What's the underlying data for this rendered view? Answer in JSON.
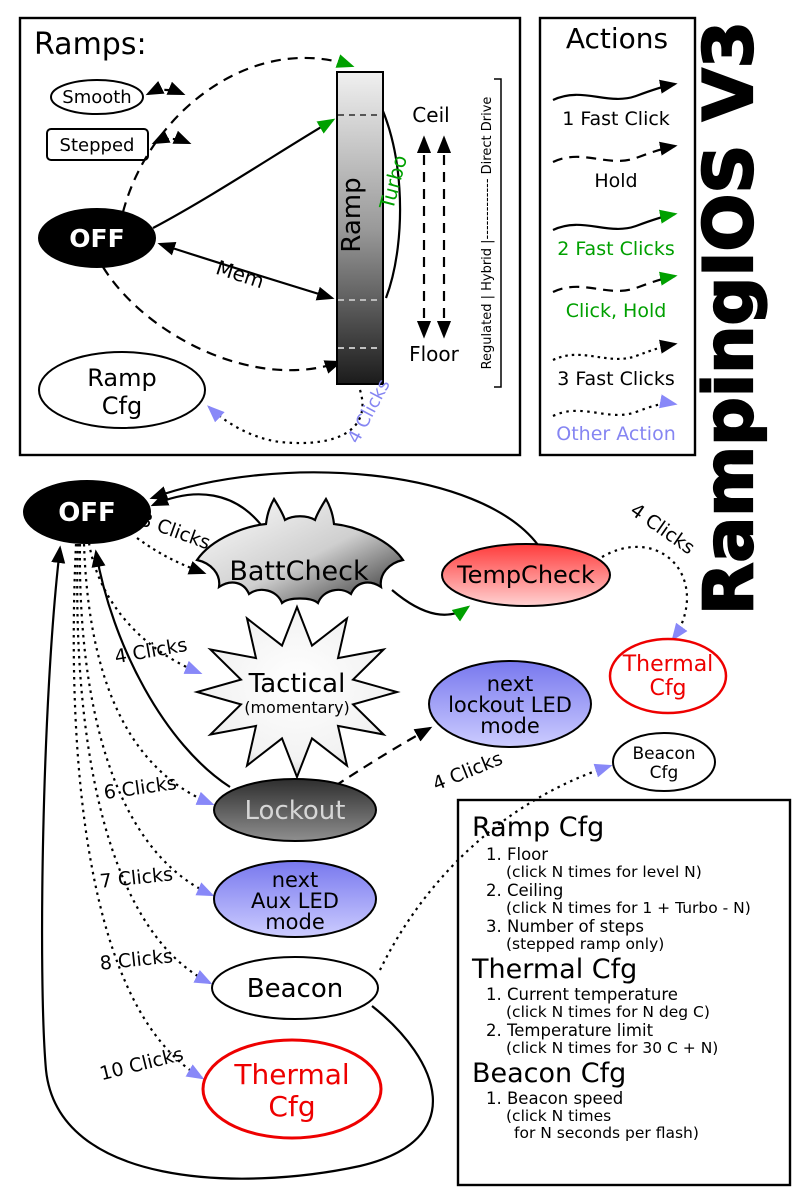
{
  "title": "RampingIOS V3",
  "colors": {
    "green": "#00a000",
    "blue": "#8888f8",
    "red": "#ee0000",
    "black": "#000000"
  },
  "ramps": {
    "title": "Ramps:",
    "smooth": "Smooth",
    "stepped": "Stepped",
    "off": "OFF",
    "ramp_cfg_line1": "Ramp",
    "ramp_cfg_line2": "Cfg",
    "bar_label": "Ramp",
    "turbo": "Turbo",
    "ceil": "Ceil",
    "floor": "Floor",
    "mem": "Mem",
    "four_clicks": "4 Clicks",
    "drive_modes": "Regulated | Hybrid |------------- Direct Drive"
  },
  "actions": {
    "title": "Actions",
    "fast1": "1 Fast Click",
    "hold": "Hold",
    "fast2": "2 Fast Clicks",
    "click_hold": "Click, Hold",
    "fast3": "3 Fast Clicks",
    "other": "Other Action"
  },
  "nodes": {
    "off": "OFF",
    "battcheck": "BattCheck",
    "tempcheck": "TempCheck",
    "thermal_top_1": "Thermal",
    "thermal_top_2": "Cfg",
    "tactical_1": "Tactical",
    "tactical_2": "(momentary)",
    "lockout_led_1": "next",
    "lockout_led_2": "lockout LED",
    "lockout_led_3": "mode",
    "beacon_cfg_1": "Beacon",
    "beacon_cfg_2": "Cfg",
    "lockout": "Lockout",
    "aux_led_1": "next",
    "aux_led_2": "Aux LED",
    "aux_led_3": "mode",
    "beacon": "Beacon",
    "thermal_bot_1": "Thermal",
    "thermal_bot_2": "Cfg"
  },
  "edges": {
    "clicks3": "3 Clicks",
    "clicks4_tactical": "4 Clicks",
    "clicks4_thermal": "4 Clicks",
    "clicks4_beacon": "4 Clicks",
    "clicks6": "6 Clicks",
    "clicks7": "7 Clicks",
    "clicks8": "8 Clicks",
    "clicks10": "10 Clicks"
  },
  "config": {
    "ramp_heading": "Ramp Cfg",
    "ramp_lines": [
      "1. Floor",
      "(click N times for level N)",
      "2. Ceiling",
      "(click N times for 1 + Turbo - N)",
      "3. Number of steps",
      "(stepped ramp only)"
    ],
    "thermal_heading": "Thermal Cfg",
    "thermal_lines": [
      "1. Current temperature",
      "(click N times for N deg C)",
      "2. Temperature limit",
      "(click N times for 30 C + N)"
    ],
    "beacon_heading": "Beacon Cfg",
    "beacon_lines": [
      "1. Beacon speed",
      "(click N times",
      "for N seconds per flash)"
    ]
  }
}
